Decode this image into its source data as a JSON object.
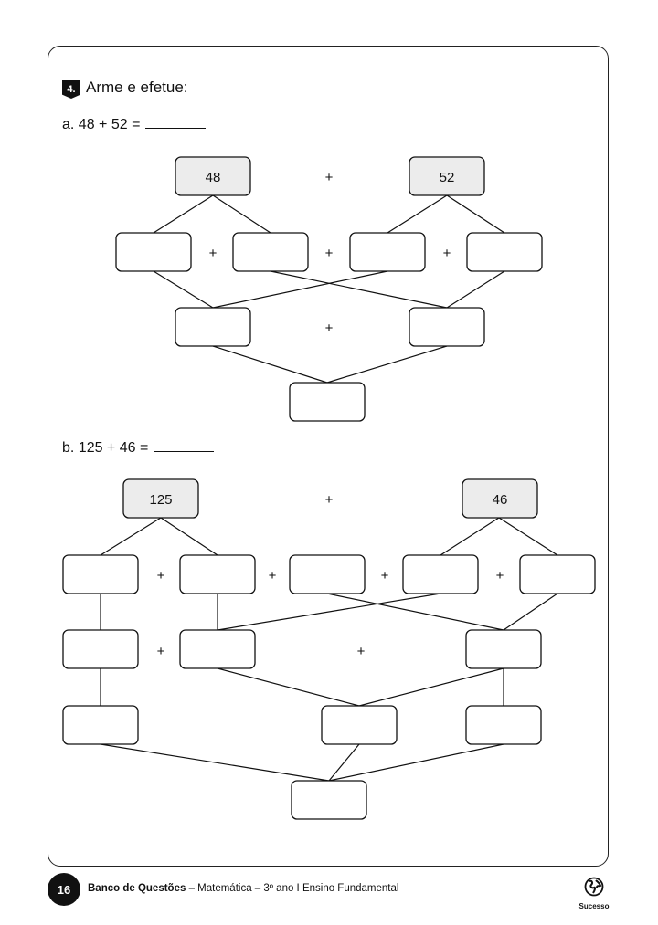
{
  "question": {
    "number": "4.",
    "title": "Arme e efetue:"
  },
  "items": [
    {
      "label": "a. 48 + 52 ="
    },
    {
      "label": "b. 125 + 46 ="
    }
  ],
  "diagram_a": {
    "left_value": "48",
    "right_value": "52",
    "plus": "+"
  },
  "diagram_b": {
    "left_value": "125",
    "right_value": "46",
    "plus": "+"
  },
  "footer": {
    "page": "16",
    "book": "Banco de Questões",
    "subject": " – Matemática – 3º ano I Ensino Fundamental",
    "logo_text": "Sucesso",
    "logo_icon": "globe-icon"
  }
}
